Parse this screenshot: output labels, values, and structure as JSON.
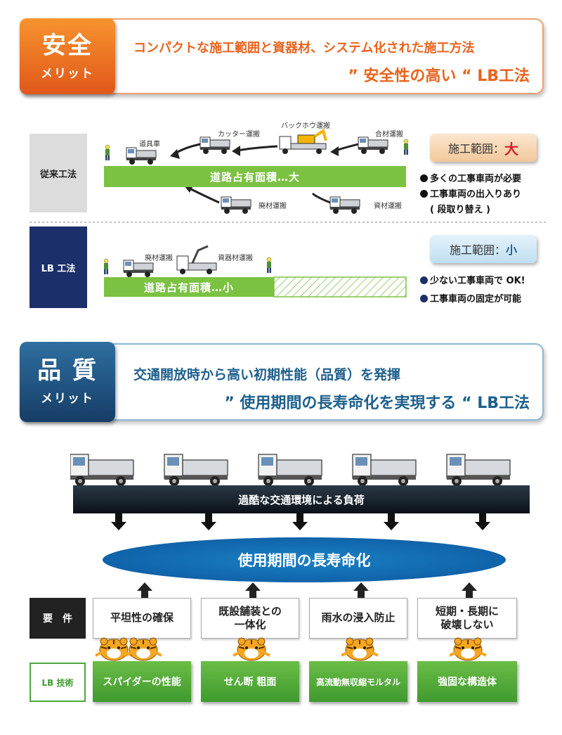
{
  "safety": {
    "badge_big": "安全",
    "badge_small": "メリット",
    "line1": "コンパクトな施工範囲と資器材、システム化された施工方法",
    "line2": "” 安全性の高い “ LB工法",
    "conventional": {
      "label": "従来工法",
      "road": "道路占有面積…大",
      "captions": {
        "tool_truck": "道具車",
        "cutter": "カッター運搬",
        "backhoe": "バックホウ運搬",
        "aggregate": "合材運搬",
        "waste": "廃材運搬",
        "material": "資材運搬"
      },
      "scope_prefix": "施工範囲：",
      "scope_value": "大",
      "bullets": [
        "多くの工事車両が必要",
        "工事車両の出入りあり",
        "( 段取り替え )"
      ]
    },
    "lb": {
      "label": "LB 工法",
      "road": "道路占有面積…小",
      "captions": {
        "waste": "廃材運搬",
        "equipment": "資器材運搬"
      },
      "scope_prefix": "施工範囲：",
      "scope_value": "小",
      "bullets": [
        "少ない工事車両で OK!",
        "工事車両の固定が可能"
      ]
    }
  },
  "quality": {
    "badge_big": "品 質",
    "badge_small": "メリット",
    "line1": "交通開放時から高い初期性能（品質）を発揮",
    "line2": "” 使用期間の長寿命化を実現する “ LB工法",
    "load_label": "過酷な交通環境による負荷",
    "goal_label": "使用期間の長寿命化",
    "req_label": "要　件",
    "tech_label": "LB 技術",
    "requirements": [
      "平坦性の確保",
      "既設舗装との\n一体化",
      "雨水の浸入防止",
      "短期・長期に\n破壊しない"
    ],
    "techs": [
      "スパイダーの性能",
      "せん断 粗面",
      "高流動無収縮モルタル",
      "強固な構造体"
    ]
  },
  "colors": {
    "orange": "#e8641e",
    "navy": "#1b2f6b",
    "blue_title": "#1d5f8c",
    "green": "#7cc242",
    "red": "#d8232a"
  }
}
